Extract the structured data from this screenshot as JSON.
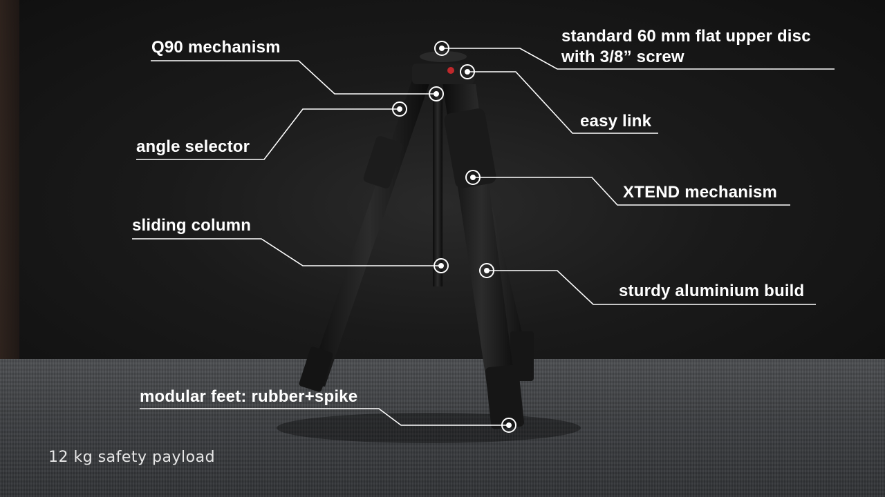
{
  "callouts": {
    "q90": "Q90 mechanism",
    "disc_line1": "standard 60 mm flat upper disc",
    "disc_line2": "with 3/8” screw",
    "easy_link": "easy link",
    "angle_selector": "angle selector",
    "xtend": "XTEND mechanism",
    "sliding_column": "sliding column",
    "aluminium": "sturdy aluminium build",
    "feet": "modular feet: rubber+spike"
  },
  "caption": "12 kg safety payload",
  "colors": {
    "callout_line": "#ffffff",
    "text": "#ffffff",
    "brand_red": "#c0282b"
  }
}
